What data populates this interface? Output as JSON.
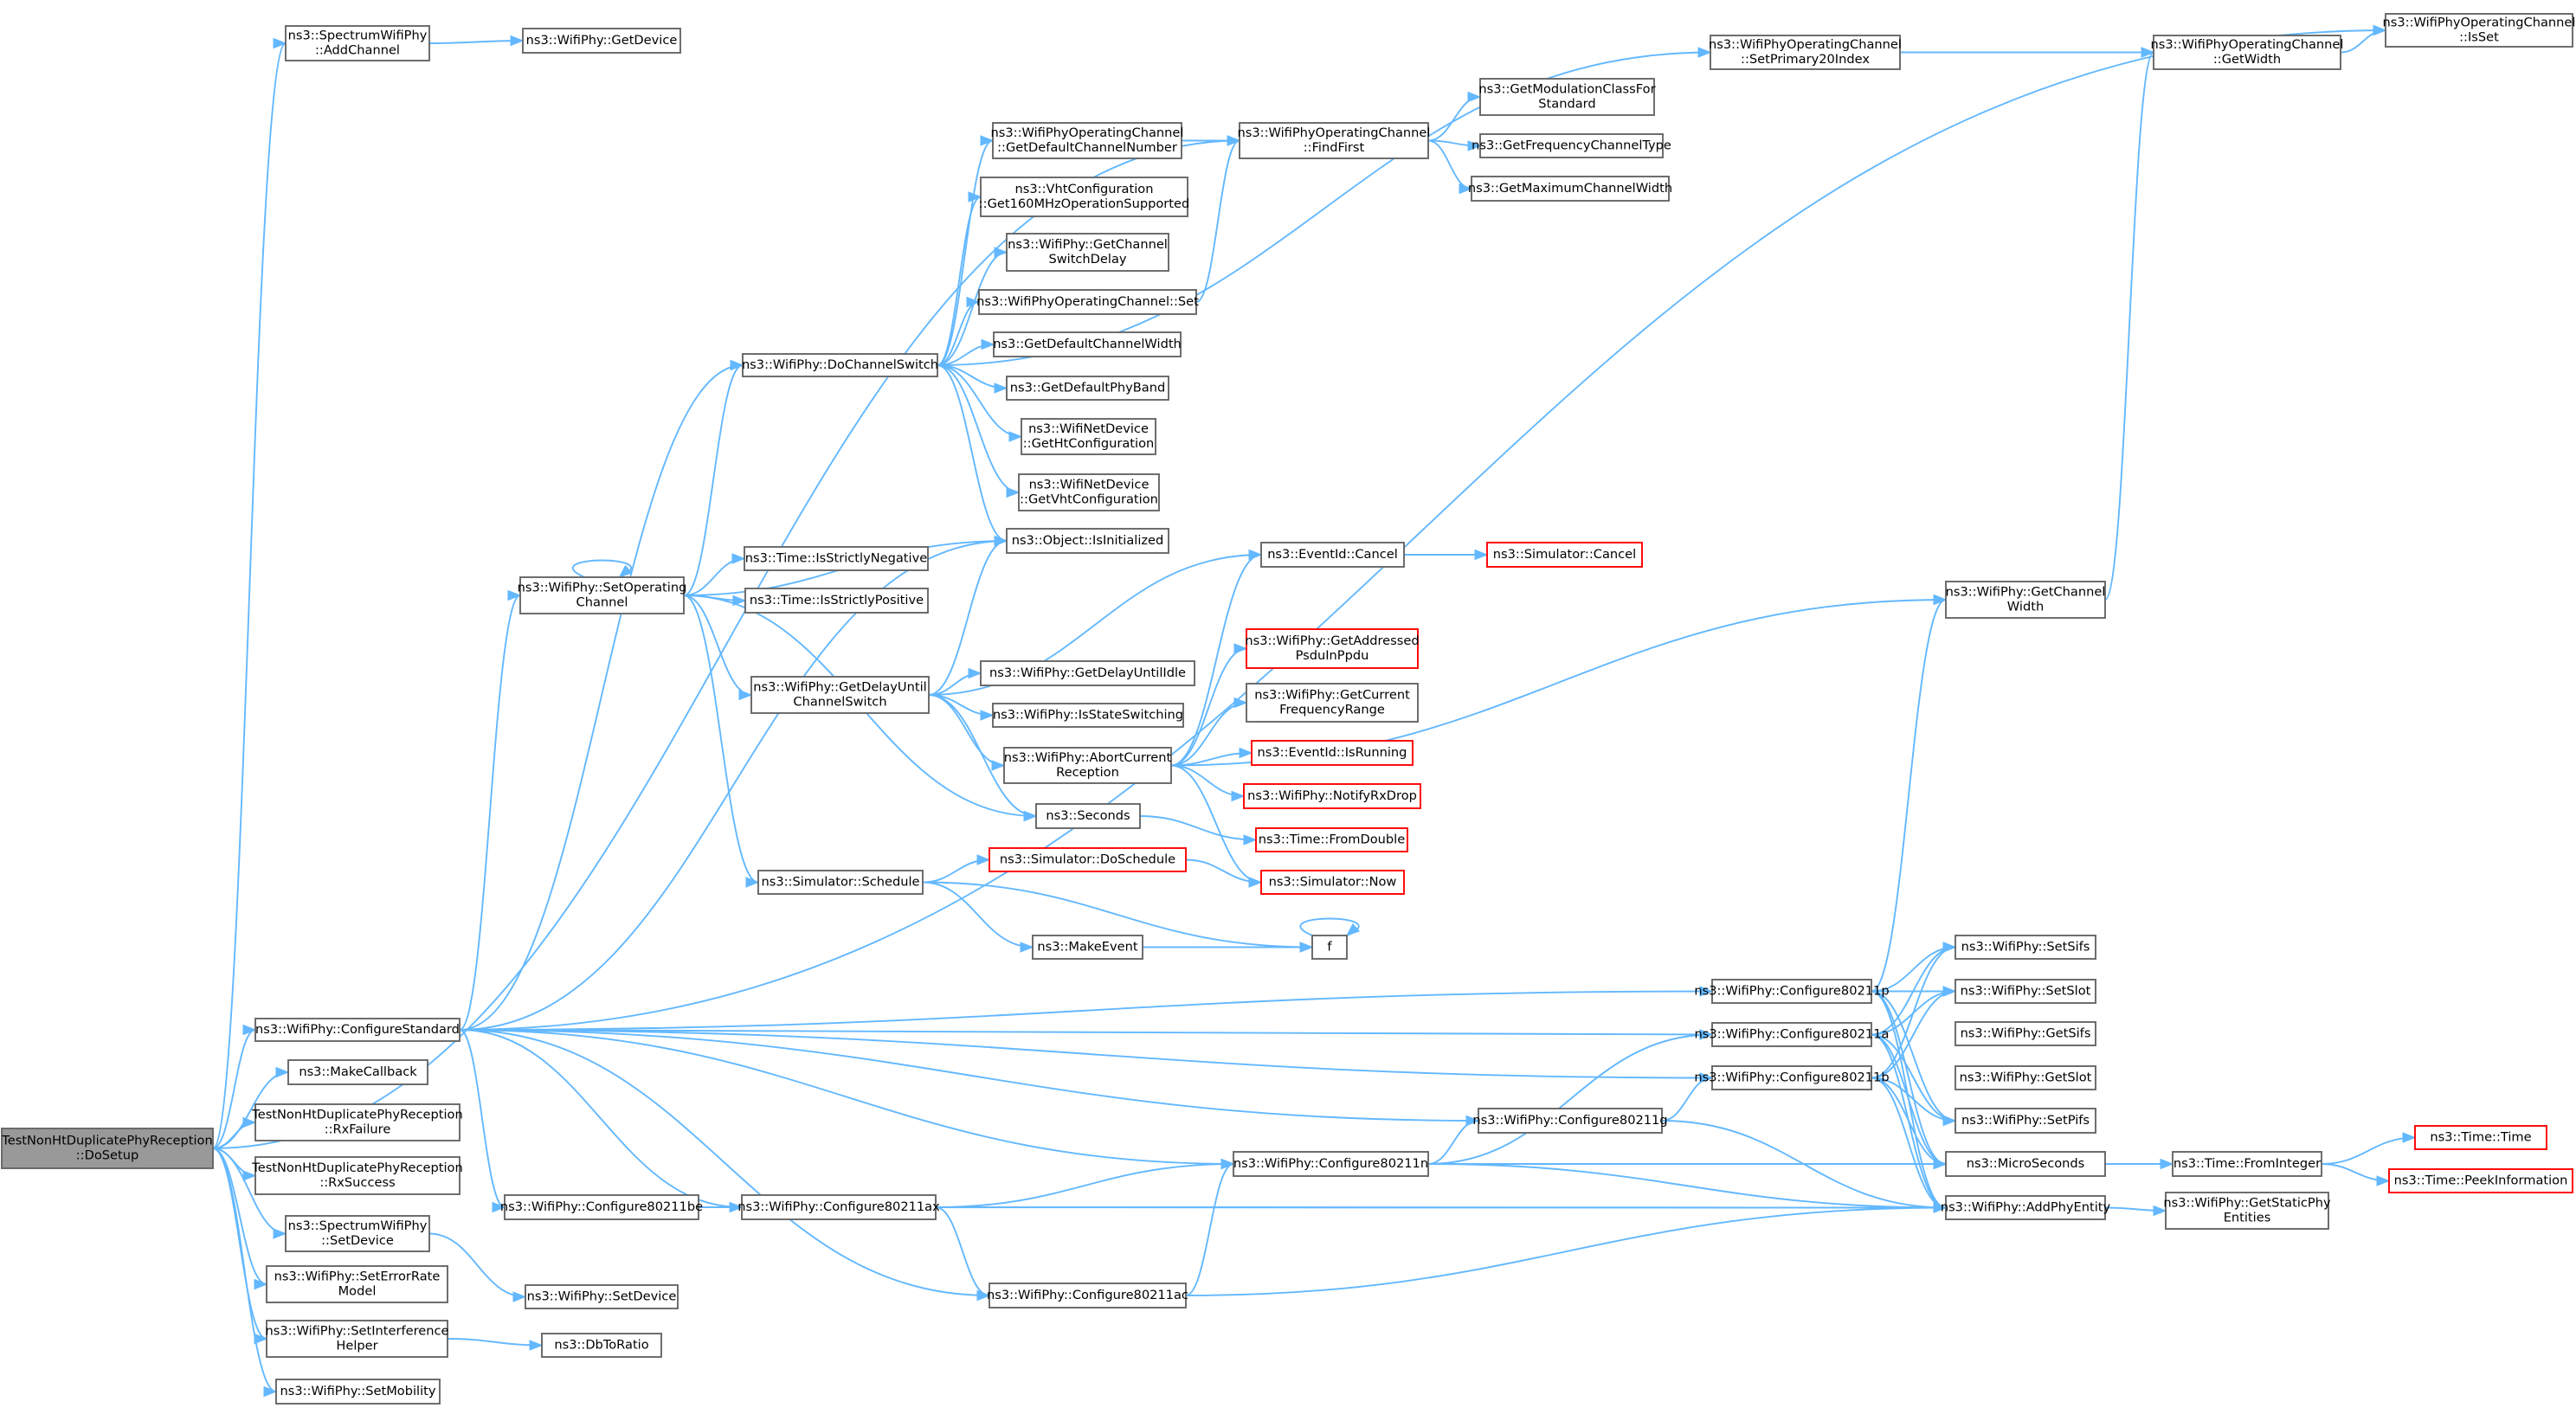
{
  "colors": {
    "edge": "#63b8ff",
    "node_border": "#666666",
    "external_border": "#ff0000",
    "root_fill": "#999999"
  },
  "nodes": {
    "root": {
      "lines": [
        "TestNonHtDuplicatePhyReception",
        "::DoSetup"
      ],
      "root": true
    },
    "specAdd": {
      "lines": [
        "ns3::SpectrumWifiPhy",
        "::AddChannel"
      ]
    },
    "getDevice": {
      "lines": [
        "ns3::WifiPhy::GetDevice"
      ]
    },
    "isSet": {
      "lines": [
        "ns3::WifiPhyOperatingChannel",
        "::IsSet"
      ]
    },
    "setPrim20": {
      "lines": [
        "ns3::WifiPhyOperatingChannel",
        "::SetPrimary20Index"
      ]
    },
    "getWidth": {
      "lines": [
        "ns3::WifiPhyOperatingChannel",
        "::GetWidth"
      ]
    },
    "getDefChNum": {
      "lines": [
        "ns3::WifiPhyOperatingChannel",
        "::GetDefaultChannelNumber"
      ]
    },
    "findFirst": {
      "lines": [
        "ns3::WifiPhyOperatingChannel",
        "::FindFirst"
      ]
    },
    "getModClass": {
      "lines": [
        "ns3::GetModulationClassFor",
        "Standard"
      ]
    },
    "getFreqType": {
      "lines": [
        "ns3::GetFrequencyChannelType"
      ]
    },
    "getMaxWidth": {
      "lines": [
        "ns3::GetMaximumChannelWidth"
      ]
    },
    "vht160": {
      "lines": [
        "ns3::VhtConfiguration",
        "::Get160MHzOperationSupported"
      ]
    },
    "getChSwDelay": {
      "lines": [
        "ns3::WifiPhy::GetChannel",
        "SwitchDelay"
      ]
    },
    "opChSet": {
      "lines": [
        "ns3::WifiPhyOperatingChannel::Set"
      ]
    },
    "doChSwitch": {
      "lines": [
        "ns3::WifiPhy::DoChannelSwitch"
      ]
    },
    "getDefChWidth": {
      "lines": [
        "ns3::GetDefaultChannelWidth"
      ]
    },
    "getDefBand": {
      "lines": [
        "ns3::GetDefaultPhyBand"
      ]
    },
    "getHtCfg": {
      "lines": [
        "ns3::WifiNetDevice",
        "::GetHtConfiguration"
      ]
    },
    "getVhtCfg": {
      "lines": [
        "ns3::WifiNetDevice",
        "::GetVhtConfiguration"
      ]
    },
    "isInit": {
      "lines": [
        "ns3::Object::IsInitialized"
      ]
    },
    "setOpCh": {
      "lines": [
        "ns3::WifiPhy::SetOperating",
        "Channel"
      ]
    },
    "isNeg": {
      "lines": [
        "ns3::Time::IsStrictlyNegative"
      ]
    },
    "isPos": {
      "lines": [
        "ns3::Time::IsStrictlyPositive"
      ]
    },
    "evCancel": {
      "lines": [
        "ns3::EventId::Cancel"
      ]
    },
    "simCancel": {
      "lines": [
        "ns3::Simulator::Cancel"
      ],
      "external": true
    },
    "getChWidth": {
      "lines": [
        "ns3::WifiPhy::GetChannel",
        "Width"
      ]
    },
    "getAddrPsdu": {
      "lines": [
        "ns3::WifiPhy::GetAddressed",
        "PsduInPpdu"
      ],
      "external": true
    },
    "getDelay": {
      "lines": [
        "ns3::WifiPhy::GetDelayUntil",
        "ChannelSwitch"
      ]
    },
    "getDelayIdle": {
      "lines": [
        "ns3::WifiPhy::GetDelayUntilIdle"
      ]
    },
    "isStateSw": {
      "lines": [
        "ns3::WifiPhy::IsStateSwitching"
      ]
    },
    "getCurFreq": {
      "lines": [
        "ns3::WifiPhy::GetCurrent",
        "FrequencyRange"
      ]
    },
    "abortRx": {
      "lines": [
        "ns3::WifiPhy::AbortCurrent",
        "Reception"
      ]
    },
    "evRunning": {
      "lines": [
        "ns3::EventId::IsRunning"
      ],
      "external": true
    },
    "notifyDrop": {
      "lines": [
        "ns3::WifiPhy::NotifyRxDrop"
      ],
      "external": true
    },
    "seconds": {
      "lines": [
        "ns3::Seconds"
      ]
    },
    "fromDouble": {
      "lines": [
        "ns3::Time::FromDouble"
      ],
      "external": true
    },
    "doSchedule": {
      "lines": [
        "ns3::Simulator::DoSchedule"
      ],
      "external": true
    },
    "schedule": {
      "lines": [
        "ns3::Simulator::Schedule"
      ]
    },
    "simNow": {
      "lines": [
        "ns3::Simulator::Now"
      ],
      "external": true
    },
    "makeEvent": {
      "lines": [
        "ns3::MakeEvent"
      ]
    },
    "f": {
      "lines": [
        "f"
      ]
    },
    "cfgStd": {
      "lines": [
        "ns3::WifiPhy::ConfigureStandard"
      ]
    },
    "makeCb": {
      "lines": [
        "ns3::MakeCallback"
      ]
    },
    "rxFail": {
      "lines": [
        "TestNonHtDuplicatePhyReception",
        "::RxFailure"
      ]
    },
    "rxSucc": {
      "lines": [
        "TestNonHtDuplicatePhyReception",
        "::RxSuccess"
      ]
    },
    "specSetDev": {
      "lines": [
        "ns3::SpectrumWifiPhy",
        "::SetDevice"
      ]
    },
    "setErr": {
      "lines": [
        "ns3::WifiPhy::SetErrorRate",
        "Model"
      ]
    },
    "setIntf": {
      "lines": [
        "ns3::WifiPhy::SetInterference",
        "Helper"
      ]
    },
    "setMob": {
      "lines": [
        "ns3::WifiPhy::SetMobility"
      ]
    },
    "setDev": {
      "lines": [
        "ns3::WifiPhy::SetDevice"
      ]
    },
    "dbToRatio": {
      "lines": [
        "ns3::DbToRatio"
      ]
    },
    "c11p": {
      "lines": [
        "ns3::WifiPhy::Configure80211p"
      ]
    },
    "c11a": {
      "lines": [
        "ns3::WifiPhy::Configure80211a"
      ]
    },
    "c11b": {
      "lines": [
        "ns3::WifiPhy::Configure80211b"
      ]
    },
    "c11g": {
      "lines": [
        "ns3::WifiPhy::Configure80211g"
      ]
    },
    "c11n": {
      "lines": [
        "ns3::WifiPhy::Configure80211n"
      ]
    },
    "c11be": {
      "lines": [
        "ns3::WifiPhy::Configure80211be"
      ]
    },
    "c11ax": {
      "lines": [
        "ns3::WifiPhy::Configure80211ax"
      ]
    },
    "c11ac": {
      "lines": [
        "ns3::WifiPhy::Configure80211ac"
      ]
    },
    "setSifs": {
      "lines": [
        "ns3::WifiPhy::SetSifs"
      ]
    },
    "setSlot": {
      "lines": [
        "ns3::WifiPhy::SetSlot"
      ]
    },
    "getSifs": {
      "lines": [
        "ns3::WifiPhy::GetSifs"
      ]
    },
    "getSlot": {
      "lines": [
        "ns3::WifiPhy::GetSlot"
      ]
    },
    "setPifs": {
      "lines": [
        "ns3::WifiPhy::SetPifs"
      ]
    },
    "micro": {
      "lines": [
        "ns3::MicroSeconds"
      ]
    },
    "fromInt": {
      "lines": [
        "ns3::Time::FromInteger"
      ]
    },
    "timeTime": {
      "lines": [
        "ns3::Time::Time"
      ],
      "external": true
    },
    "peekInfo": {
      "lines": [
        "ns3::Time::PeekInformation"
      ],
      "external": true
    },
    "addPhy": {
      "lines": [
        "ns3::WifiPhy::AddPhyEntity"
      ]
    },
    "getStaticPhy": {
      "lines": [
        "ns3::WifiPhy::GetStaticPhy",
        "Entities"
      ]
    }
  },
  "edges": [
    [
      "root",
      "specAdd"
    ],
    [
      "root",
      "cfgStd"
    ],
    [
      "root",
      "makeCb"
    ],
    [
      "root",
      "rxFail"
    ],
    [
      "root",
      "rxSucc"
    ],
    [
      "root",
      "specSetDev"
    ],
    [
      "root",
      "setErr"
    ],
    [
      "root",
      "setIntf"
    ],
    [
      "root",
      "setMob"
    ],
    [
      "root",
      "findFirst"
    ],
    [
      "specAdd",
      "getDevice"
    ],
    [
      "cfgStd",
      "isSet"
    ],
    [
      "cfgStd",
      "doChSwitch"
    ],
    [
      "cfgStd",
      "setOpCh"
    ],
    [
      "cfgStd",
      "c11p"
    ],
    [
      "cfgStd",
      "c11a"
    ],
    [
      "cfgStd",
      "c11b"
    ],
    [
      "cfgStd",
      "c11g"
    ],
    [
      "cfgStd",
      "c11n"
    ],
    [
      "cfgStd",
      "c11be"
    ],
    [
      "cfgStd",
      "c11ax"
    ],
    [
      "cfgStd",
      "c11ac"
    ],
    [
      "cfgStd",
      "isInit"
    ],
    [
      "specSetDev",
      "setDev"
    ],
    [
      "setIntf",
      "dbToRatio"
    ],
    [
      "doChSwitch",
      "setPrim20"
    ],
    [
      "doChSwitch",
      "getDefChNum"
    ],
    [
      "doChSwitch",
      "vht160"
    ],
    [
      "doChSwitch",
      "getChSwDelay"
    ],
    [
      "doChSwitch",
      "opChSet"
    ],
    [
      "doChSwitch",
      "getDefChWidth"
    ],
    [
      "doChSwitch",
      "getDefBand"
    ],
    [
      "doChSwitch",
      "getHtCfg"
    ],
    [
      "doChSwitch",
      "getVhtCfg"
    ],
    [
      "doChSwitch",
      "isInit"
    ],
    [
      "setPrim20",
      "getWidth"
    ],
    [
      "getWidth",
      "isSet"
    ],
    [
      "getDefChNum",
      "findFirst"
    ],
    [
      "opChSet",
      "findFirst"
    ],
    [
      "findFirst",
      "getModClass"
    ],
    [
      "findFirst",
      "getFreqType"
    ],
    [
      "findFirst",
      "getMaxWidth"
    ],
    [
      "setOpCh",
      "setOpCh"
    ],
    [
      "setOpCh",
      "doChSwitch"
    ],
    [
      "setOpCh",
      "isInit"
    ],
    [
      "setOpCh",
      "isNeg"
    ],
    [
      "setOpCh",
      "isPos"
    ],
    [
      "setOpCh",
      "getDelay"
    ],
    [
      "setOpCh",
      "seconds"
    ],
    [
      "setOpCh",
      "schedule"
    ],
    [
      "getDelay",
      "isInit"
    ],
    [
      "getDelay",
      "evCancel"
    ],
    [
      "getDelay",
      "getDelayIdle"
    ],
    [
      "getDelay",
      "isStateSw"
    ],
    [
      "getDelay",
      "abortRx"
    ],
    [
      "getDelay",
      "seconds"
    ],
    [
      "evCancel",
      "simCancel"
    ],
    [
      "abortRx",
      "evCancel"
    ],
    [
      "abortRx",
      "getAddrPsdu"
    ],
    [
      "abortRx",
      "getCurFreq"
    ],
    [
      "abortRx",
      "evRunning"
    ],
    [
      "abortRx",
      "notifyDrop"
    ],
    [
      "abortRx",
      "simNow"
    ],
    [
      "abortRx",
      "getChWidth"
    ],
    [
      "seconds",
      "fromDouble"
    ],
    [
      "schedule",
      "doSchedule"
    ],
    [
      "schedule",
      "makeEvent"
    ],
    [
      "schedule",
      "f"
    ],
    [
      "doSchedule",
      "simNow"
    ],
    [
      "makeEvent",
      "f"
    ],
    [
      "f",
      "f"
    ],
    [
      "getChWidth",
      "getWidth"
    ],
    [
      "c11p",
      "getChWidth"
    ],
    [
      "c11p",
      "setSifs"
    ],
    [
      "c11p",
      "setSlot"
    ],
    [
      "c11p",
      "setPifs"
    ],
    [
      "c11p",
      "micro"
    ],
    [
      "c11p",
      "addPhy"
    ],
    [
      "c11a",
      "setSifs"
    ],
    [
      "c11a",
      "setSlot"
    ],
    [
      "c11a",
      "setPifs"
    ],
    [
      "c11a",
      "micro"
    ],
    [
      "c11a",
      "addPhy"
    ],
    [
      "c11b",
      "setSifs"
    ],
    [
      "c11b",
      "setSlot"
    ],
    [
      "c11b",
      "setPifs"
    ],
    [
      "c11b",
      "micro"
    ],
    [
      "c11b",
      "addPhy"
    ],
    [
      "c11g",
      "c11b"
    ],
    [
      "c11g",
      "addPhy"
    ],
    [
      "c11n",
      "c11a"
    ],
    [
      "c11n",
      "c11g"
    ],
    [
      "c11n",
      "micro"
    ],
    [
      "c11n",
      "addPhy"
    ],
    [
      "c11ax",
      "c11n"
    ],
    [
      "c11ax",
      "c11ac"
    ],
    [
      "c11ax",
      "addPhy"
    ],
    [
      "c11be",
      "c11ax"
    ],
    [
      "c11be",
      "addPhy"
    ],
    [
      "c11ac",
      "c11n"
    ],
    [
      "c11ac",
      "addPhy"
    ],
    [
      "micro",
      "fromInt"
    ],
    [
      "fromInt",
      "timeTime"
    ],
    [
      "fromInt",
      "peekInfo"
    ],
    [
      "addPhy",
      "getStaticPhy"
    ]
  ]
}
